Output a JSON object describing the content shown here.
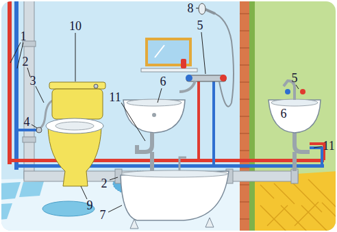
{
  "diagram": {
    "labels": [
      "1",
      "2",
      "3",
      "4",
      "10",
      "8",
      "5",
      "6",
      "11",
      "2",
      "9",
      "7",
      "5",
      "6",
      "11"
    ]
  }
}
